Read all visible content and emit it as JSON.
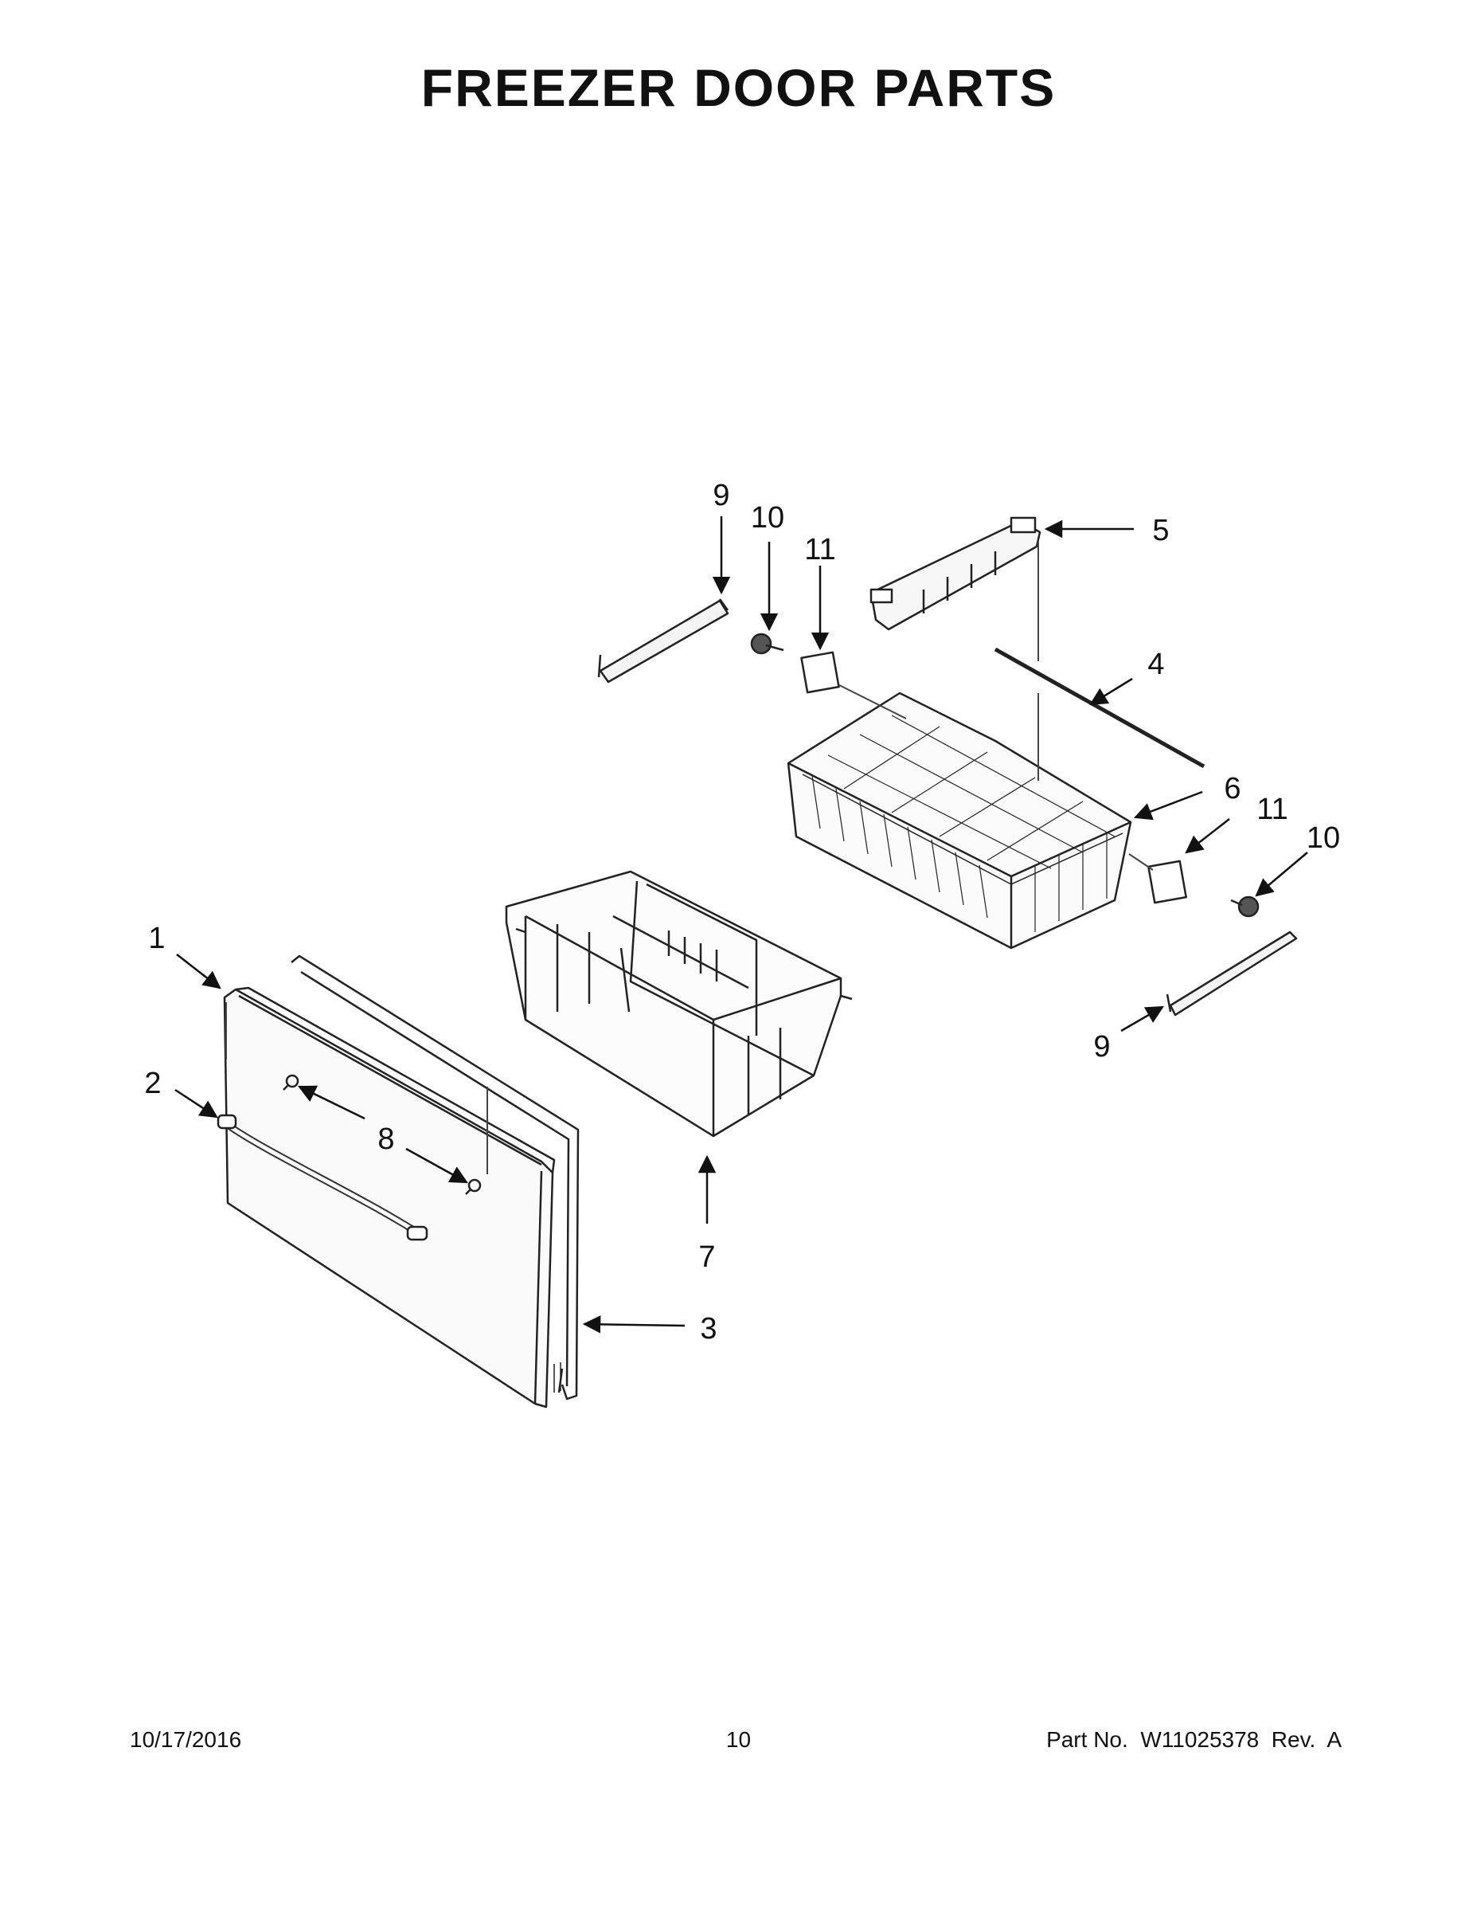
{
  "page": {
    "title": "FREEZER DOOR PARTS",
    "date": "10/17/2016",
    "page_number": "10",
    "part_label": "Part No.  W11025378  Rev.  A"
  },
  "callouts": {
    "c1": "1",
    "c2": "2",
    "c3": "3",
    "c4": "4",
    "c5": "5",
    "c6": "6",
    "c7": "7",
    "c8": "8",
    "c9a": "9",
    "c9b": "9",
    "c10a": "10",
    "c10b": "10",
    "c11a": "11",
    "c11b": "11"
  }
}
